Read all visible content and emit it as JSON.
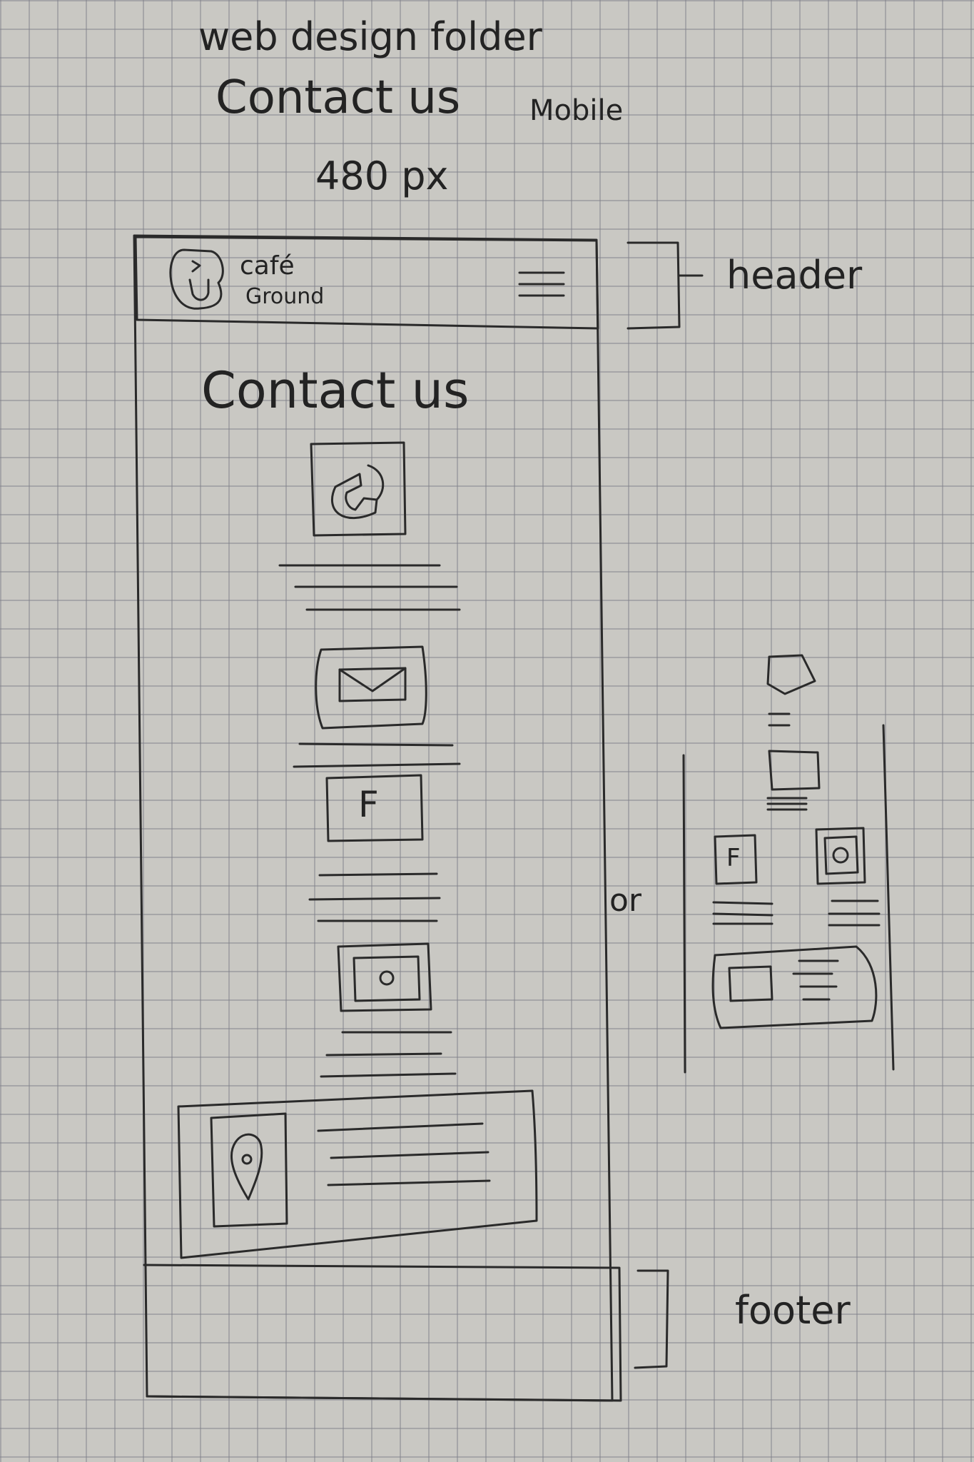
{
  "notes": {
    "folder": "web design folder",
    "page": "Contact us",
    "device": "Mobile",
    "width": "480 px"
  },
  "wireframe": {
    "logo_line1": "café",
    "logo_line2": "Ground",
    "page_heading": "Contact us",
    "facebook_glyph": "F"
  },
  "annotations": {
    "header": "header",
    "or": "or",
    "footer": "footer"
  },
  "alternative": {
    "facebook_glyph": "F"
  }
}
